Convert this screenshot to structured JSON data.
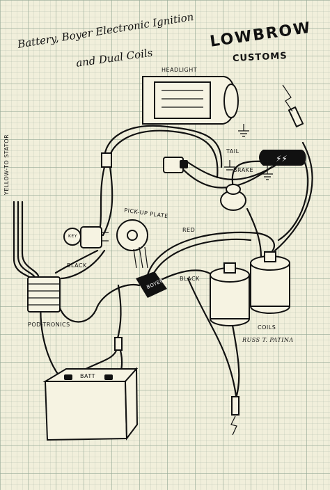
{
  "title_line1": "Battery, Boyer Electronic Ignition",
  "title_line2": "and Dual Coils",
  "brand_top": "LOWBROW",
  "brand_bottom": "CUSTOMS",
  "labels": {
    "headlight": "HEADLIGHT",
    "tail": "TAIL",
    "brake": "BRAKE",
    "stator": "YELLOW-TO STATOR",
    "pickup": "PICK-UP PLATE",
    "red": "RED",
    "black1": "BLACK",
    "black2": "BLACK",
    "podtronics": "POD-TRONICS",
    "coils": "COILS",
    "signature": "RUSS T. PATINA",
    "batt": "BATT",
    "boyer": "BOYER",
    "key": "KEY"
  }
}
